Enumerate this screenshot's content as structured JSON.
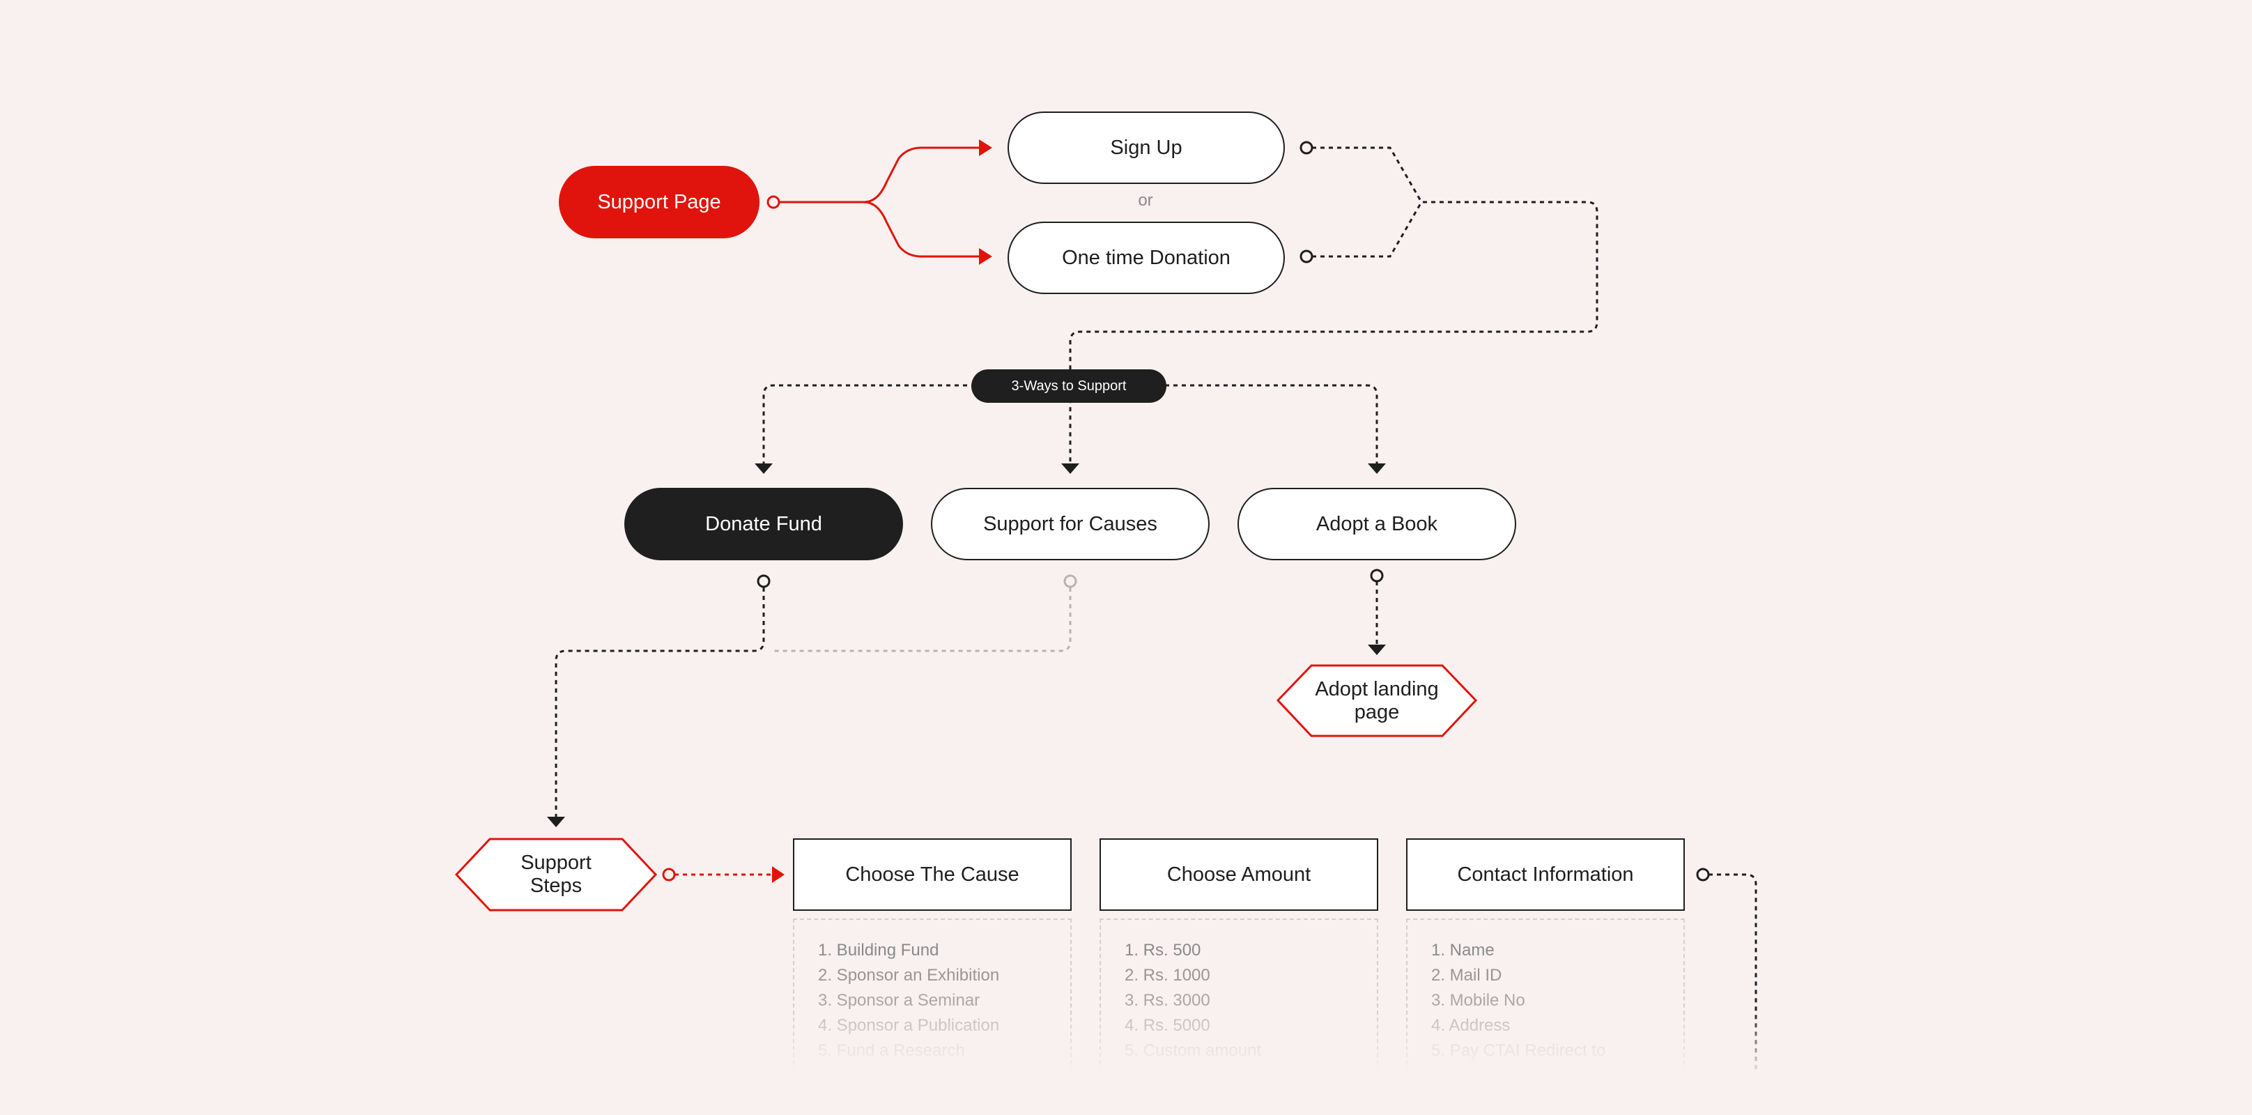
{
  "nodes": {
    "support_page": "Support Page",
    "sign_up": "Sign Up",
    "or": "or",
    "one_time_donation": "One time Donation",
    "ways_tag": "3-Ways to Support",
    "donate_fund": "Donate Fund",
    "support_causes": "Support for Causes",
    "adopt_book": "Adopt a Book",
    "adopt_landing": "Adopt landing page",
    "support_steps": "Support Steps",
    "choose_cause": "Choose The Cause",
    "choose_amount": "Choose Amount",
    "contact_info": "Contact Information"
  },
  "lists": {
    "cause": [
      "1. Building Fund",
      "2. Sponsor an Exhibition",
      "3. Sponsor a Seminar",
      "4. Sponsor a Publication",
      "5. Fund a Research"
    ],
    "amount": [
      "1. Rs. 500",
      "2. Rs. 1000",
      "3. Rs. 3000",
      "4. Rs. 5000",
      "5. Custom amount"
    ],
    "contact": [
      "1. Name",
      "2. Mail ID",
      "3. Mobile No",
      "4. Address",
      "5. Pay CTAI Redirect to"
    ]
  },
  "colors": {
    "background": "#f8f1ef",
    "accent_red": "#e0140c",
    "dark": "#1f1f1f",
    "muted_text": "#8a8a8a"
  }
}
